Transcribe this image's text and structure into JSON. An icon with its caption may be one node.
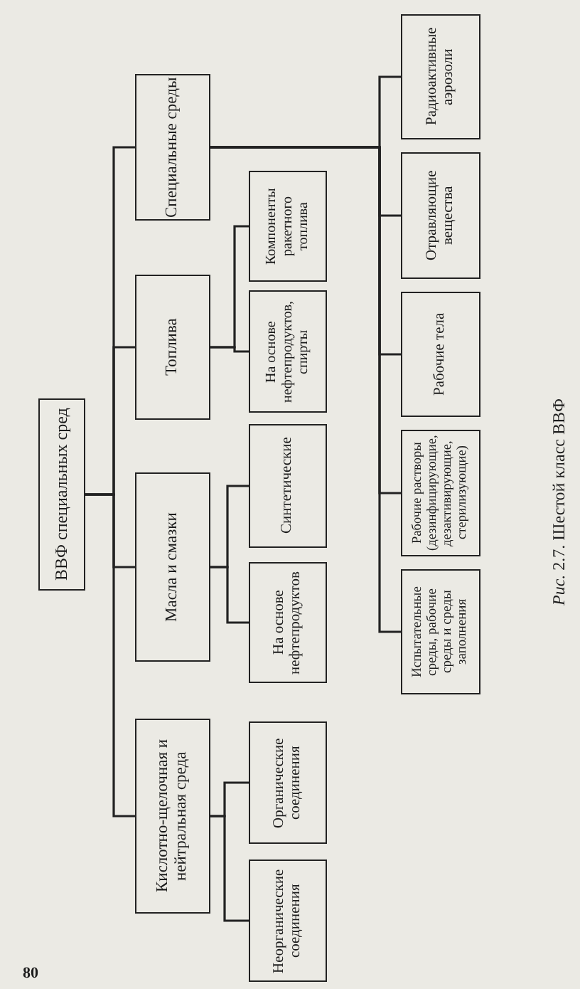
{
  "diagram": {
    "caption": "*Рис.* 2.7. Шестой класс ВВФ",
    "nodes": [
      {
        "text": [
          "ВВФ специальных сред"
        ]
      },
      {
        "text": [
          "Кислотно-щелочная и нейтральная среда"
        ]
      },
      {
        "text": [
          "Неорганические соединения"
        ]
      },
      {
        "text": [
          "Органические соединения"
        ]
      },
      {
        "text": [
          "Масла и смазки"
        ]
      },
      {
        "text": [
          "На основе нефтепродуктов"
        ]
      },
      {
        "text": [
          "Синтетические"
        ]
      },
      {
        "text": [
          "Топлива"
        ]
      },
      {
        "text": [
          "На основе нефтепродуктов, спирты"
        ]
      },
      {
        "text": [
          "Компоненты ракетного топлива"
        ]
      },
      {
        "text": [
          "Специальные среды"
        ]
      },
      {
        "text": [
          "Испытательные среды, рабочие среды и среды заполнения"
        ]
      },
      {
        "text": [
          "Рабочие растворы (дезинфицирующие, дезактивирующие, стерилизующие)"
        ]
      },
      {
        "text": [
          "Рабочие тела"
        ]
      },
      {
        "text": [
          "Отравляющие вещества"
        ]
      },
      {
        "text": [
          "Радиоактивные аэрозоли"
        ]
      }
    ],
    "edges": [
      {
        "from": 0,
        "to": 1,
        "arrow": "none"
      },
      {
        "from": 0,
        "to": 4,
        "arrow": "none"
      },
      {
        "from": 0,
        "to": 7,
        "arrow": "none"
      },
      {
        "from": 0,
        "to": 10,
        "arrow": "none"
      },
      {
        "from": 1,
        "to": 2,
        "arrow": "none"
      },
      {
        "from": 1,
        "to": 3,
        "arrow": "none"
      },
      {
        "from": 4,
        "to": 5,
        "arrow": "none"
      },
      {
        "from": 4,
        "to": 6,
        "arrow": "none"
      },
      {
        "from": 7,
        "to": 8,
        "arrow": "none"
      },
      {
        "from": 7,
        "to": 9,
        "arrow": "none"
      },
      {
        "from": 10,
        "to": 11,
        "arrow": "none"
      },
      {
        "from": 10,
        "to": 12,
        "arrow": "none"
      },
      {
        "from": 10,
        "to": 13,
        "arrow": "none"
      },
      {
        "from": 10,
        "to": 14,
        "arrow": "none"
      },
      {
        "from": 10,
        "to": 15,
        "arrow": "none"
      }
    ],
    "labels": [
      "80"
    ]
  }
}
